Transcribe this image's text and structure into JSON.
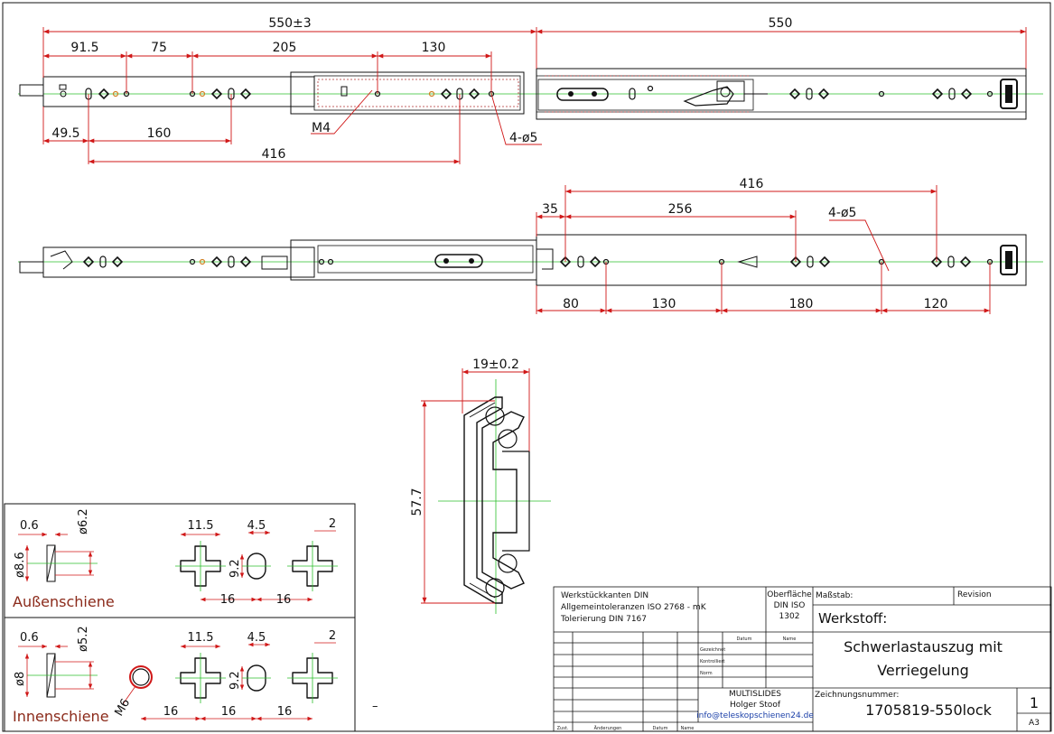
{
  "colors": {
    "dimension": "#d01818",
    "centerline": "#2bbf2b",
    "outline": "#111111",
    "label_red": "#8b2a1a"
  },
  "top_view": {
    "dims_top": [
      "550±3",
      "91.5",
      "75",
      "205",
      "130",
      "550"
    ],
    "dims_bottom": [
      "49.5",
      "160",
      "416"
    ],
    "callouts": [
      "M4",
      "4-ø5"
    ]
  },
  "middle_view": {
    "dims_top": [
      "416",
      "35",
      "256",
      "4-ø5"
    ],
    "dims_bottom": [
      "80",
      "130",
      "180",
      "120"
    ]
  },
  "profile": {
    "width": "19±0.2",
    "height": "57.7"
  },
  "detail_outer": {
    "dims": [
      "0.6",
      "ø6.2",
      "ø8.6",
      "11.5",
      "4.5",
      "2",
      "9.2",
      "16",
      "16"
    ],
    "title": "Außenschiene"
  },
  "detail_inner": {
    "dims": [
      "0.6",
      "ø5.2",
      "ø8",
      "11.5",
      "4.5",
      "2",
      "9.2",
      "M6",
      "16",
      "16",
      "16"
    ],
    "title": "Innenschiene"
  },
  "dash": "–",
  "title_block": {
    "notes": [
      "Werkstückkanten DIN",
      "Allgemeintoleranzen ISO 2768 - mK",
      "Tolerierung DIN 7167"
    ],
    "surface": [
      "Oberfläche",
      "DIN ISO",
      "1302"
    ],
    "scale_label": "Maßstab:",
    "revision_label": "Revision",
    "material_label": "Werkstoff:",
    "title_line1": "Schwerlastauszug mit",
    "title_line2": "Verriegelung",
    "col_datum": "Datum",
    "col_name": "Name",
    "rows": [
      "Gezeichnet",
      "Kontrolliert",
      "Norm"
    ],
    "company": "MULTISLIDES",
    "person": "Holger Stoof",
    "email": "info@teleskopschienen24.de",
    "drawing_no_label": "Zeichnungsnummer:",
    "drawing_no": "1705819-550lock",
    "sheet": "1",
    "format": "A3",
    "footer": [
      "Zust.",
      "Änderungen",
      "Datum",
      "Name"
    ]
  }
}
